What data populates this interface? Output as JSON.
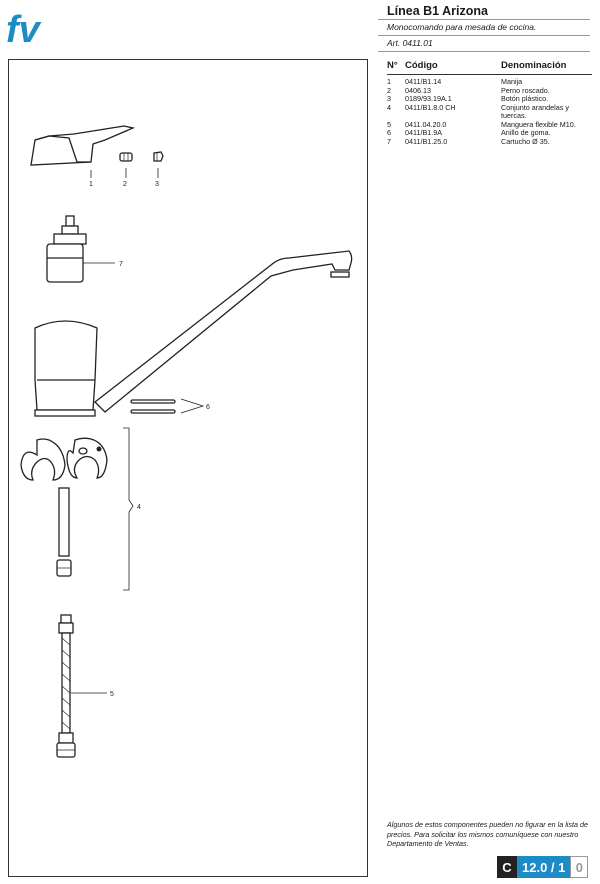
{
  "header": {
    "logo_text": "fv",
    "title": "Línea B1 Arizona",
    "subtitle": "Monocomando para mesada de cocina.",
    "article": "Art. 0411.01"
  },
  "brand_color": "#1c8bc6",
  "table": {
    "col_n": "N°",
    "col_code": "Código",
    "col_name": "Denominación",
    "rows": [
      {
        "n": "1",
        "code": "0411/B1.14",
        "name": "Manija"
      },
      {
        "n": "2",
        "code": "0406.13",
        "name": "Perno roscado."
      },
      {
        "n": "3",
        "code": "0189/93.19A.1",
        "name": "Botón plástico."
      },
      {
        "n": "4",
        "code": "0411/B1.8.0 CH",
        "name": "Conjunto arandelas y"
      },
      {
        "n": "",
        "code": "",
        "name": "tuercas."
      },
      {
        "n": "5",
        "code": "0411.04.20.0",
        "name": "Manguera flexible M10."
      },
      {
        "n": "6",
        "code": "0411/B1.9A",
        "name": "Anillo de goma."
      },
      {
        "n": "7",
        "code": "0411/B1.25.0",
        "name": "Cartucho Ø 35."
      }
    ]
  },
  "callouts": {
    "c1": "1",
    "c2": "2",
    "c3": "3",
    "c4": "4",
    "c5": "5",
    "c6": "6",
    "c7": "7"
  },
  "note": "Algunos de estos componentes pueden no figurar en la lista de precios. Para solicitar los mismos comuníquese con nuestro Departamento de Ventas.",
  "page_code": {
    "letter": "C",
    "number": "12.0 / 1",
    "revision": "0"
  }
}
